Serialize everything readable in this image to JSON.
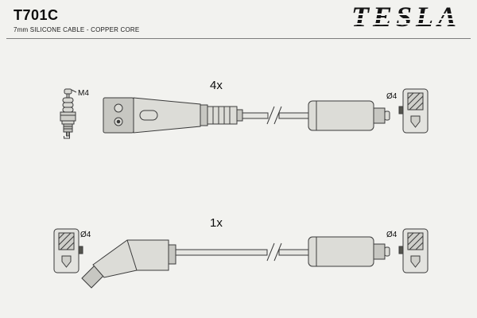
{
  "header": {
    "part_number": "T701C",
    "subtitle": "7mm SILICONE CABLE - COPPER CORE",
    "brand_logo": "TESLA"
  },
  "diagram": {
    "top_assembly": {
      "quantity_label": "4x",
      "spark_plug_thread_label": "M4",
      "terminal_right_label": "Ø4"
    },
    "bottom_assembly": {
      "quantity_label": "1x",
      "terminal_left_label": "Ø4",
      "terminal_right_label": "Ø4"
    }
  },
  "colors": {
    "background": "#f2f2ef",
    "line": "#3b3b3b",
    "fill_light": "#dcdcd7",
    "fill_mid": "#c7c7c2",
    "logo": "#151515"
  }
}
